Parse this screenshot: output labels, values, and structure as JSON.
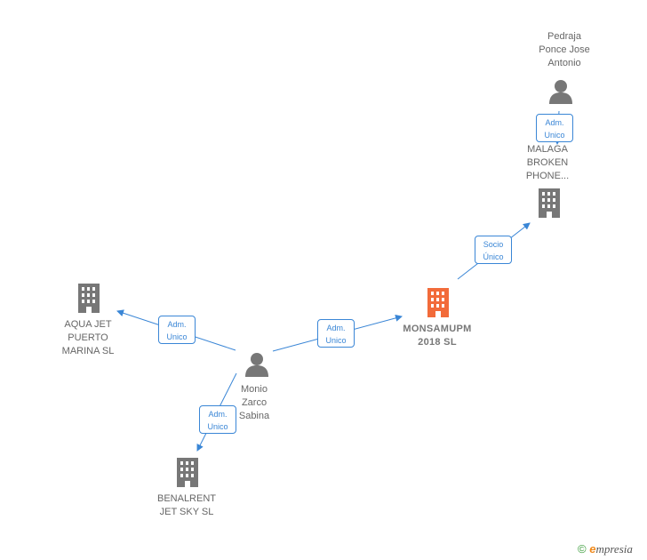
{
  "nodes": {
    "pedraja": {
      "lines": [
        "Pedraja",
        "Ponce Jose",
        "Antonio"
      ],
      "type": "person"
    },
    "malaga": {
      "lines": [
        "MALAGA",
        "BROKEN",
        "PHONE..."
      ],
      "type": "company"
    },
    "monsamupm": {
      "lines": [
        "MONSAMUPM",
        "2018  SL"
      ],
      "type": "company-main"
    },
    "aqua": {
      "lines": [
        "AQUA JET",
        "PUERTO",
        "MARINA  SL"
      ],
      "type": "company"
    },
    "monio": {
      "lines": [
        "Monio",
        "Zarco",
        "Sabina"
      ],
      "type": "person"
    },
    "benalrent": {
      "lines": [
        "BENALRENT",
        "JET SKY SL"
      ],
      "type": "company"
    }
  },
  "edges": {
    "pedraja_malaga": [
      "Adm.",
      "Unico"
    ],
    "monsamupm_malaga": [
      "Socio",
      "Único"
    ],
    "monio_monsamupm": [
      "Adm.",
      "Unico"
    ],
    "monio_aqua": [
      "Adm.",
      "Unico"
    ],
    "monio_benalrent": [
      "Adm.",
      "Unico"
    ]
  },
  "colors": {
    "edge": "#3a86d6",
    "company": "#777777",
    "main_company": "#f26b3a",
    "person": "#777777"
  },
  "footer": {
    "copyright": "©",
    "brand_e": "e",
    "brand_rest": "mpresia"
  }
}
